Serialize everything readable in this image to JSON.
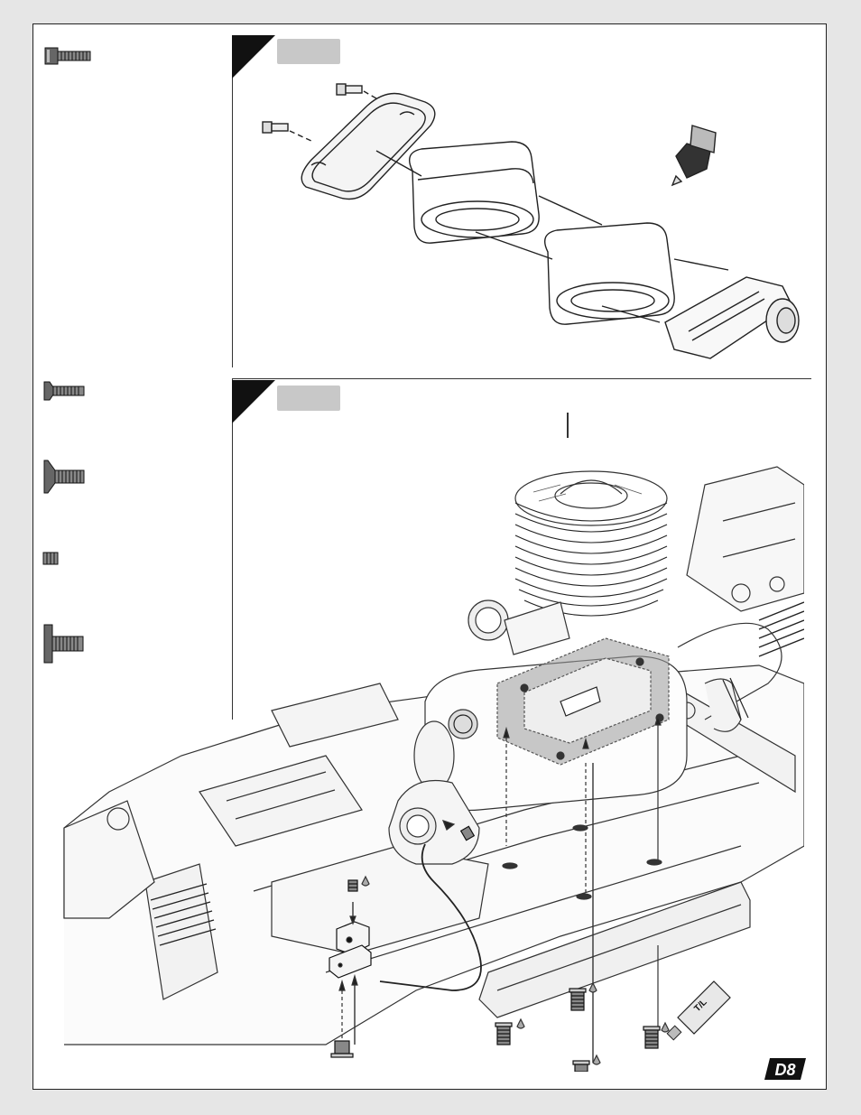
{
  "brand": {
    "logo_text": "D8"
  },
  "colors": {
    "badge_fill": "#c8c8c8",
    "ink": "#222222",
    "highlight": "#9a9a9a"
  },
  "step1": {
    "hardware_icons": [
      "cap-head-screw-icon"
    ],
    "art": "air-filter-assembly"
  },
  "step2": {
    "hardware_icons": [
      "flat-head-screw-small-icon",
      "flat-head-screw-large-icon",
      "set-screw-icon",
      "button-head-screw-icon"
    ],
    "art": "engine-mount-assembly",
    "tube_label": "T/L"
  }
}
